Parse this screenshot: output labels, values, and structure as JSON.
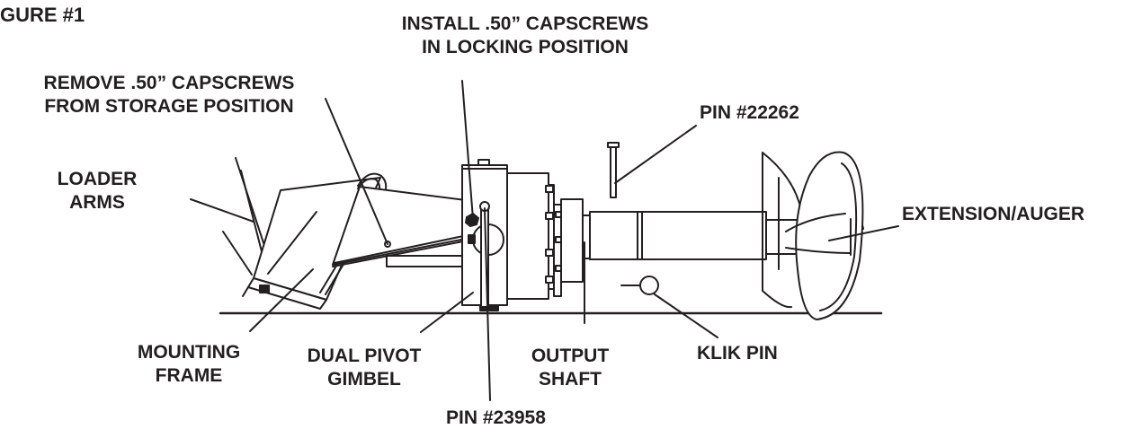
{
  "figure_title": "GURE #1",
  "labels": {
    "install_capscrews": [
      "INSTALL .50” CAPSCREWS",
      "IN LOCKING POSITION"
    ],
    "remove_capscrews": [
      "REMOVE .50” CAPSCREWS",
      "FROM STORAGE POSITION"
    ],
    "pin_22262": "PIN #22262",
    "loader_arms": [
      "LOADER",
      "ARMS"
    ],
    "extension_auger": "EXTENSION/AUGER",
    "mounting_frame": [
      "MOUNTING",
      "FRAME"
    ],
    "dual_pivot_gimbel": [
      "DUAL PIVOT",
      "GIMBEL"
    ],
    "output_shaft": [
      "OUTPUT",
      "SHAFT"
    ],
    "klik_pin": "KLIK PIN",
    "pin_23958": "PIN #23958"
  },
  "colors": {
    "ink": "#231f20",
    "background": "#ffffff"
  }
}
